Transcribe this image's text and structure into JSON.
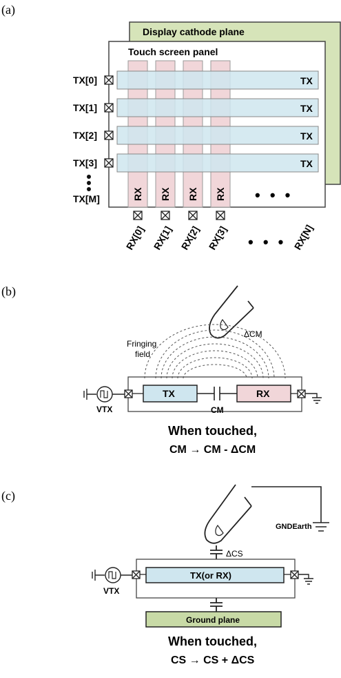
{
  "panel_a": {
    "label": "(a)",
    "display_plane": "Display cathode plane",
    "touch_panel": "Touch screen panel",
    "tx_rows": [
      "TX[0]",
      "TX[1]",
      "TX[2]",
      "TX[3]"
    ],
    "tx_last": "TX[M]",
    "tx_bar_label": "TX",
    "rx_bar_label": "RX",
    "rx_cols": [
      "RX[0]",
      "RX[1]",
      "RX[2]",
      "RX[3]"
    ],
    "rx_last": "RX[N]",
    "ellipsis": "• • •"
  },
  "panel_b": {
    "label": "(b)",
    "fringing_1": "Fringing",
    "fringing_2": "field",
    "delta_cm": "ΔCM",
    "tx_label": "TX",
    "rx_label": "RX",
    "cm_label": "CM",
    "vtx_label": "VTX",
    "caption_1": "When touched,",
    "caption_2": "CM → CM - ΔCM"
  },
  "panel_c": {
    "label": "(c)",
    "delta_cs": "ΔCS",
    "gnd_label": "GNDEarth",
    "electrode_label": "TX(or RX)",
    "vtx_label": "VTX",
    "ground_plane": "Ground plane",
    "caption_1": "When touched,",
    "caption_2": "CS → CS + ΔCS"
  },
  "colors": {
    "tx_fill": "#cfe6ef",
    "rx_fill": "#f1d6d9",
    "display_fill": "#d6e4b9",
    "ground_fill": "#c8daa6",
    "line": "#333333"
  }
}
